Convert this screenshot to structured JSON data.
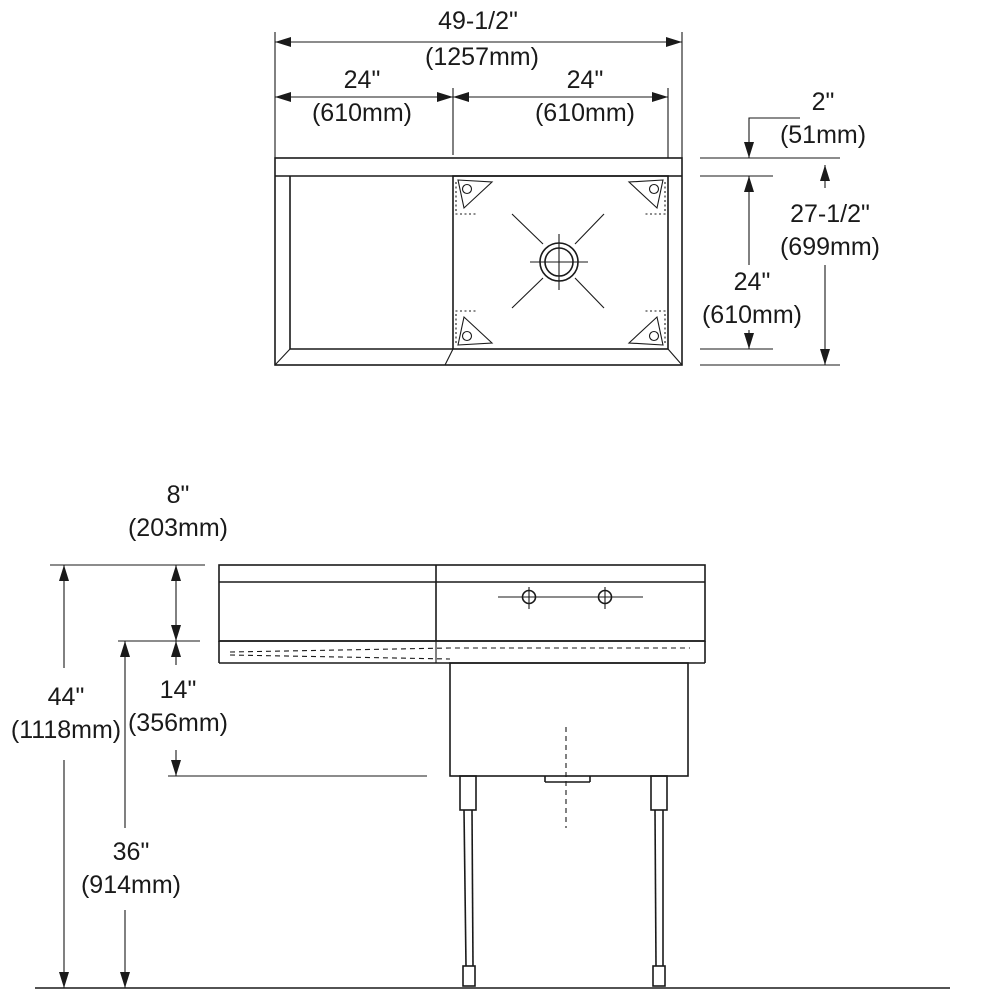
{
  "plan_view": {
    "overall_width": {
      "in": "49-1/2\"",
      "mm": "(1257mm)"
    },
    "drainboard_width": {
      "in": "24\"",
      "mm": "(610mm)"
    },
    "bowl_width": {
      "in": "24\"",
      "mm": "(610mm)"
    },
    "backsplash_depth": {
      "in": "2\"",
      "mm": "(51mm)"
    },
    "bowl_depth": {
      "in": "24\"",
      "mm": "(610mm)"
    },
    "overall_depth": {
      "in": "27-1/2\"",
      "mm": "(699mm)"
    }
  },
  "elevation_view": {
    "splash_height": {
      "in": "8\"",
      "mm": "(203mm)"
    },
    "bowl_depth": {
      "in": "14\"",
      "mm": "(356mm)"
    },
    "overall_height": {
      "in": "44\"",
      "mm": "(1118mm)"
    },
    "rim_height": {
      "in": "36\"",
      "mm": "(914mm)"
    }
  }
}
